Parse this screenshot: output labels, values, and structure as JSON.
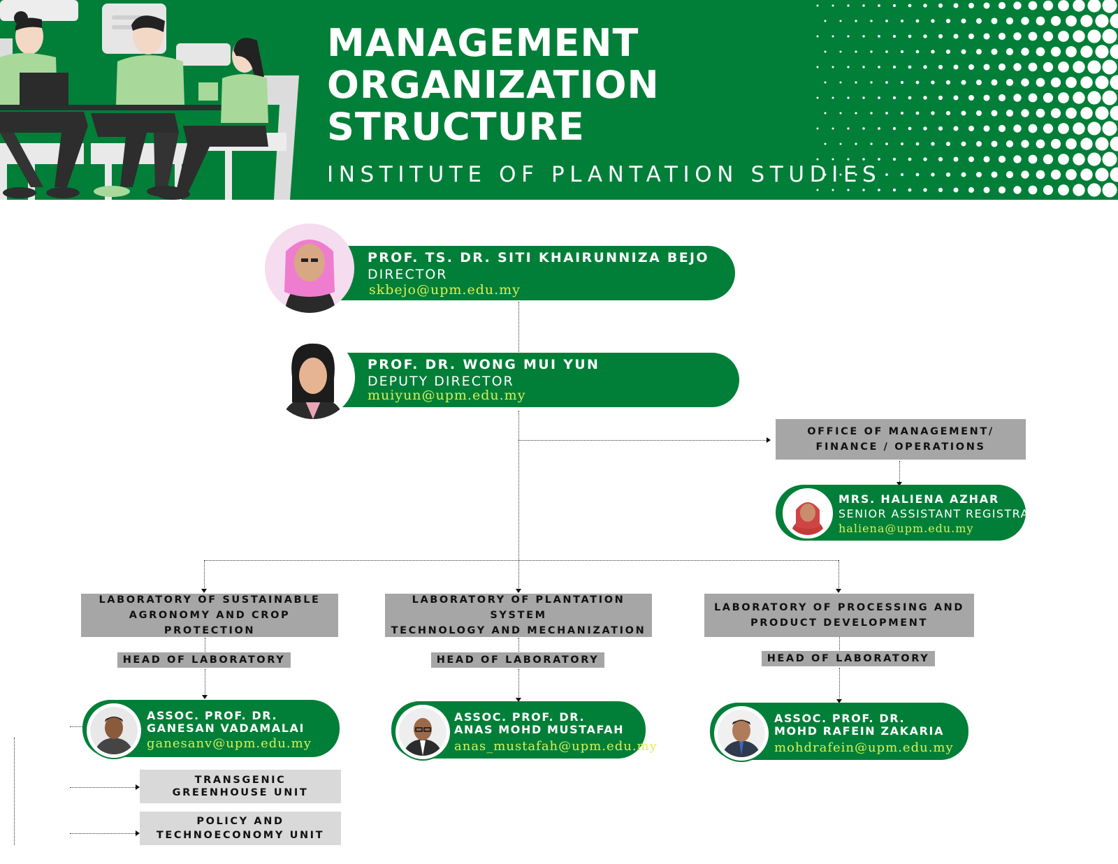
{
  "header": {
    "title_lines": [
      "MANAGEMENT",
      "ORGANIZATION",
      "STRUCTURE"
    ],
    "subtitle": "INSTITUTE OF PLANTATION STUDIES"
  },
  "colors": {
    "brand_green": "#017f38",
    "box_gray": "#a6a6a6",
    "box_light_gray": "#d9d9d9",
    "email_yellow": "#d8f05a"
  },
  "director": {
    "name": "PROF. TS. DR. SITI KHAIRUNNIZA BEJO",
    "role": "DIRECTOR",
    "email": "skbejo@upm.edu.my"
  },
  "deputy_director": {
    "name": "PROF. DR. WONG MUI YUN",
    "role": "DEPUTY DIRECTOR",
    "email": "muiyun@upm.edu.my"
  },
  "office": {
    "label_line1": "OFFICE OF MANAGEMENT/",
    "label_line2": "FINANCE / OPERATIONS",
    "person": {
      "name": "MRS. HALIENA AZHAR",
      "role": "SENIOR ASSISTANT REGISTRAR",
      "email": "haliena@upm.edu.my"
    }
  },
  "head_label": "HEAD OF LABORATORY",
  "labs": [
    {
      "line1": "LABORATORY OF SUSTAINABLE",
      "line2": "AGRONOMY AND CROP PROTECTION",
      "head_line1": "ASSOC. PROF. DR.",
      "head_line2": "GANESAN VADAMALAI",
      "email": "ganesanv@upm.edu.my"
    },
    {
      "line1": "LABORATORY OF PLANTATION SYSTEM",
      "line2": "TECHNOLOGY AND MECHANIZATION",
      "head_line1": "ASSOC. PROF. DR.",
      "head_line2": "ANAS MOHD MUSTAFAH",
      "email": "anas_mustafah@upm.edu.my"
    },
    {
      "line1": "LABORATORY OF PROCESSING AND",
      "line2": "PRODUCT DEVELOPMENT",
      "head_line1": "ASSOC. PROF. DR.",
      "head_line2": "MOHD RAFEIN ZAKARIA",
      "email": "mohdrafein@upm.edu.my"
    }
  ],
  "units": [
    {
      "line1": "TRANSGENIC",
      "line2": "GREENHOUSE UNIT"
    },
    {
      "line1": "POLICY AND",
      "line2": "TECHNOECONOMY UNIT"
    }
  ]
}
